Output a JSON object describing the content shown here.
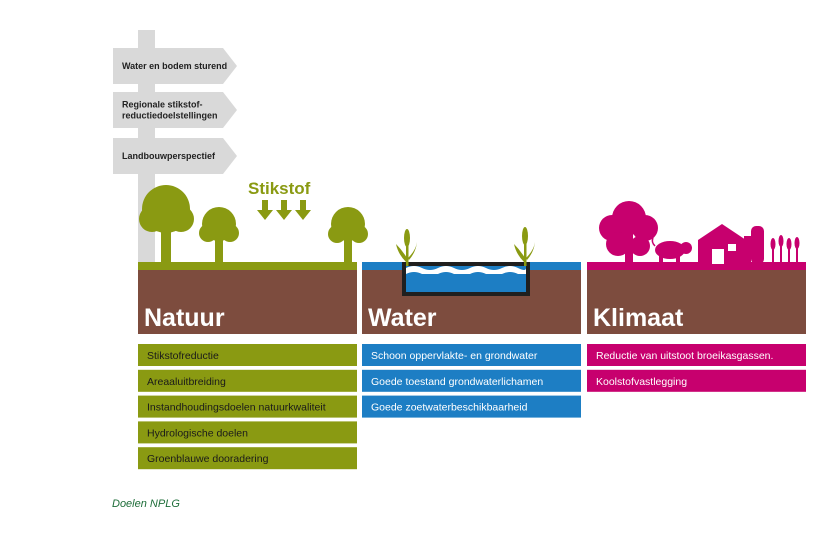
{
  "signpost": {
    "signs": [
      "Water en bodem sturend",
      "Regionale stikstof-\nreductiedoelstellingen",
      "Landbouwperspectief"
    ]
  },
  "stikstof_label": "Stikstof",
  "columns": [
    {
      "title": "Natuur",
      "color": "#8a9a12",
      "items": [
        "Stikstofreductie",
        "Areaaluitbreiding",
        "Instandhoudingsdoelen natuurkwaliteit",
        "Hydrologische doelen",
        "Groenblauwe dooradering"
      ]
    },
    {
      "title": "Water",
      "color": "#1d7ec4",
      "items": [
        "Schoon oppervlakte- en grondwater",
        "Goede toestand grondwaterlichamen",
        "Goede zoetwaterbeschikbaarheid"
      ]
    },
    {
      "title": "Klimaat",
      "color": "#c7006e",
      "items": [
        "Reductie van uitstoot broeikasgassen.",
        "Koolstofvastlegging"
      ]
    }
  ],
  "colors": {
    "soil": "#7d4c3e",
    "sign": "#d9d9d9",
    "grass": "#8a9a12",
    "water": "#1d7ec4",
    "klimaat": "#c7006e",
    "caption": "#1f6e3a"
  },
  "caption": "Doelen NPLG"
}
